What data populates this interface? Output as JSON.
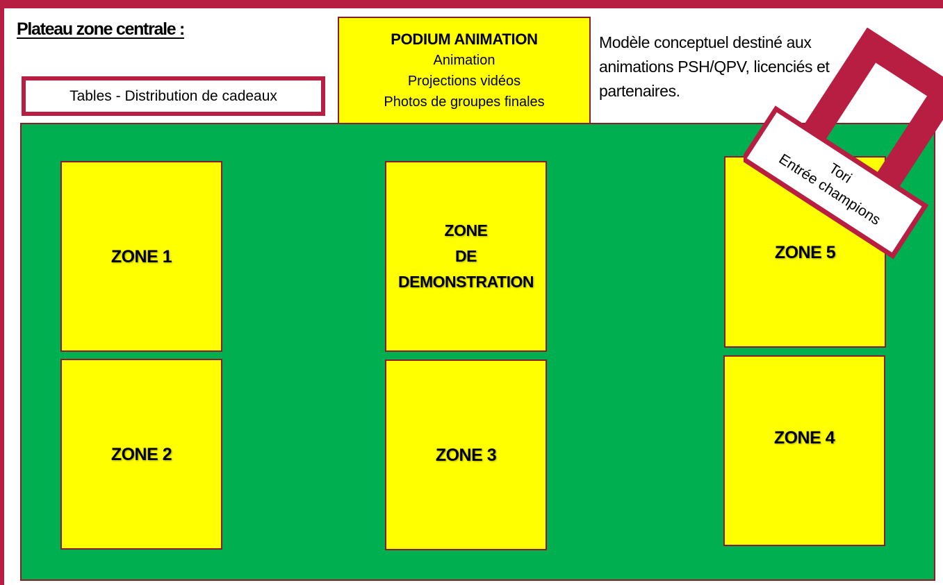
{
  "colors": {
    "frame": "#b81e42",
    "field": "#00b050",
    "zone": "#ffff00"
  },
  "title": "Plateau zone centrale  :",
  "tables_label": "Tables - Distribution de cadeaux",
  "podium": {
    "title": "PODIUM ANIMATION",
    "lines": [
      "Animation",
      "Projections vidéos",
      "Photos de groupes finales"
    ]
  },
  "note": "Modèle conceptuel destiné aux animations PSH/QPV, licenciés et partenaires.",
  "zones": {
    "zone1": "ZONE 1",
    "zone2": "ZONE 2",
    "zone3": "ZONE 3",
    "zone4": "ZONE 4",
    "zone5": "ZONE 5",
    "demo": [
      "ZONE",
      "DE",
      "DEMONSTRATION"
    ]
  },
  "tori": {
    "line1": "Tori",
    "line2": "Entrée champions"
  }
}
